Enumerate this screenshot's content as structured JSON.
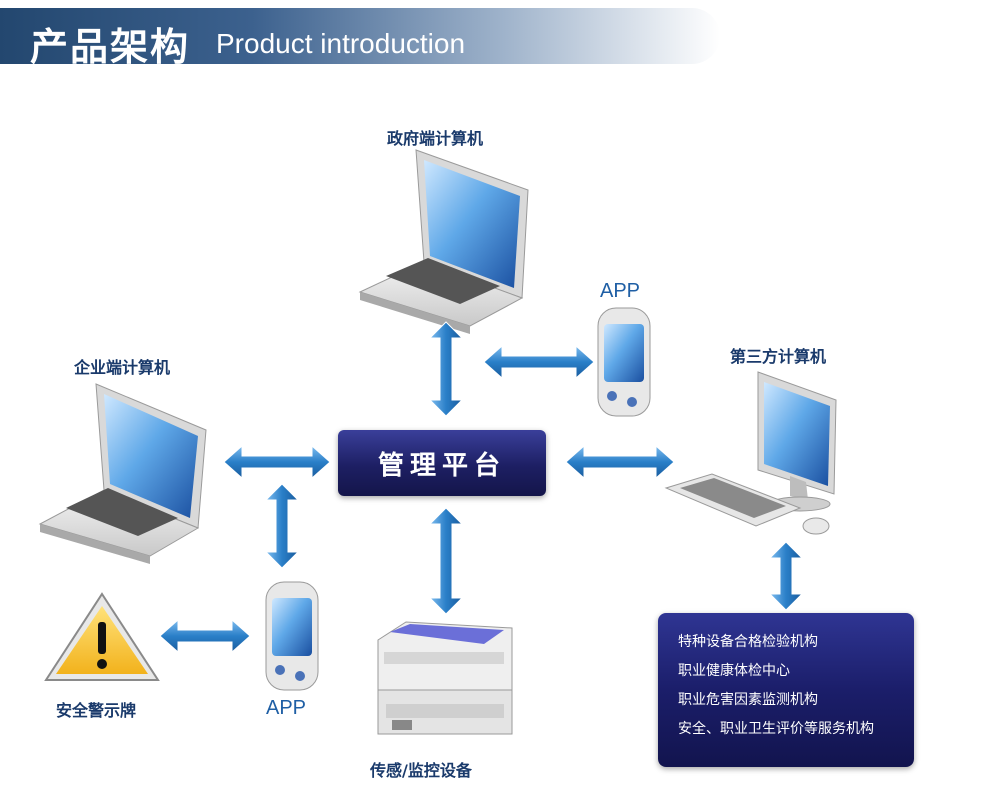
{
  "header": {
    "title_zh": "产品架构",
    "title_en": "Product introduction"
  },
  "nodes": {
    "gov_computer": "政府端计算机",
    "enterprise_computer": "企业端计算机",
    "third_party_computer": "第三方计算机",
    "app_top": "APP",
    "app_bottom": "APP",
    "platform": "管理平台",
    "warning_sign": "安全警示牌",
    "sensor_devices": "传感/监控设备"
  },
  "organizations": [
    "特种设备合格检验机构",
    "职业健康体检中心",
    "职业危害因素监测机构",
    "安全、职业卫生评价等服务机构"
  ],
  "colors": {
    "arrow": "#2a7fc8",
    "banner": "#2a4d78",
    "platform": "#1d1f63",
    "label": "#1a3a6b",
    "app_label": "#1f5fa5"
  }
}
